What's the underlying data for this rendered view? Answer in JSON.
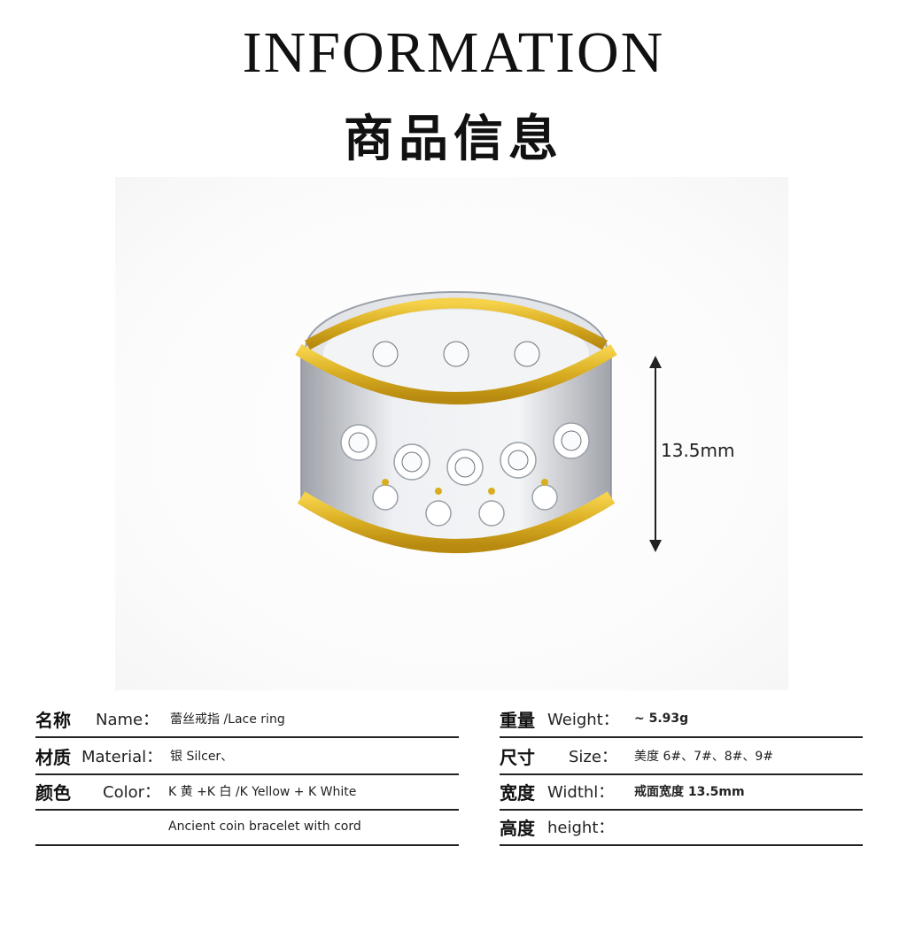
{
  "header": {
    "title_en": "INFORMATION",
    "title_zh": "商品信息"
  },
  "dimension": {
    "label": "13.5mm"
  },
  "specs_left": [
    {
      "label_zh": "名称",
      "label_en": "Name：",
      "value": "蕾丝戒指 /Lace ring"
    },
    {
      "label_zh": "材质",
      "label_en": "Material：",
      "value": "银 Silcer、"
    },
    {
      "label_zh": "颜色",
      "label_en": "Color：",
      "value": "K 黄 +K 白 /K Yellow + K White"
    },
    {
      "label_zh": "",
      "label_en": "",
      "value": "Ancient coin bracelet with cord"
    }
  ],
  "specs_right": [
    {
      "label_zh": "重量",
      "label_en": "Weight：",
      "value": "~ 5.93g"
    },
    {
      "label_zh": "尺寸",
      "label_en": "Size：",
      "value": "美度 6#、7#、8#、9#"
    },
    {
      "label_zh": "宽度",
      "label_en": "Widthl：",
      "value": "戒面宽度 13.5mm"
    },
    {
      "label_zh": "高度",
      "label_en": "height：",
      "value": ""
    }
  ],
  "colors": {
    "gold": "#d9ad22",
    "silver": "#d9dbe0",
    "text": "#111111"
  }
}
